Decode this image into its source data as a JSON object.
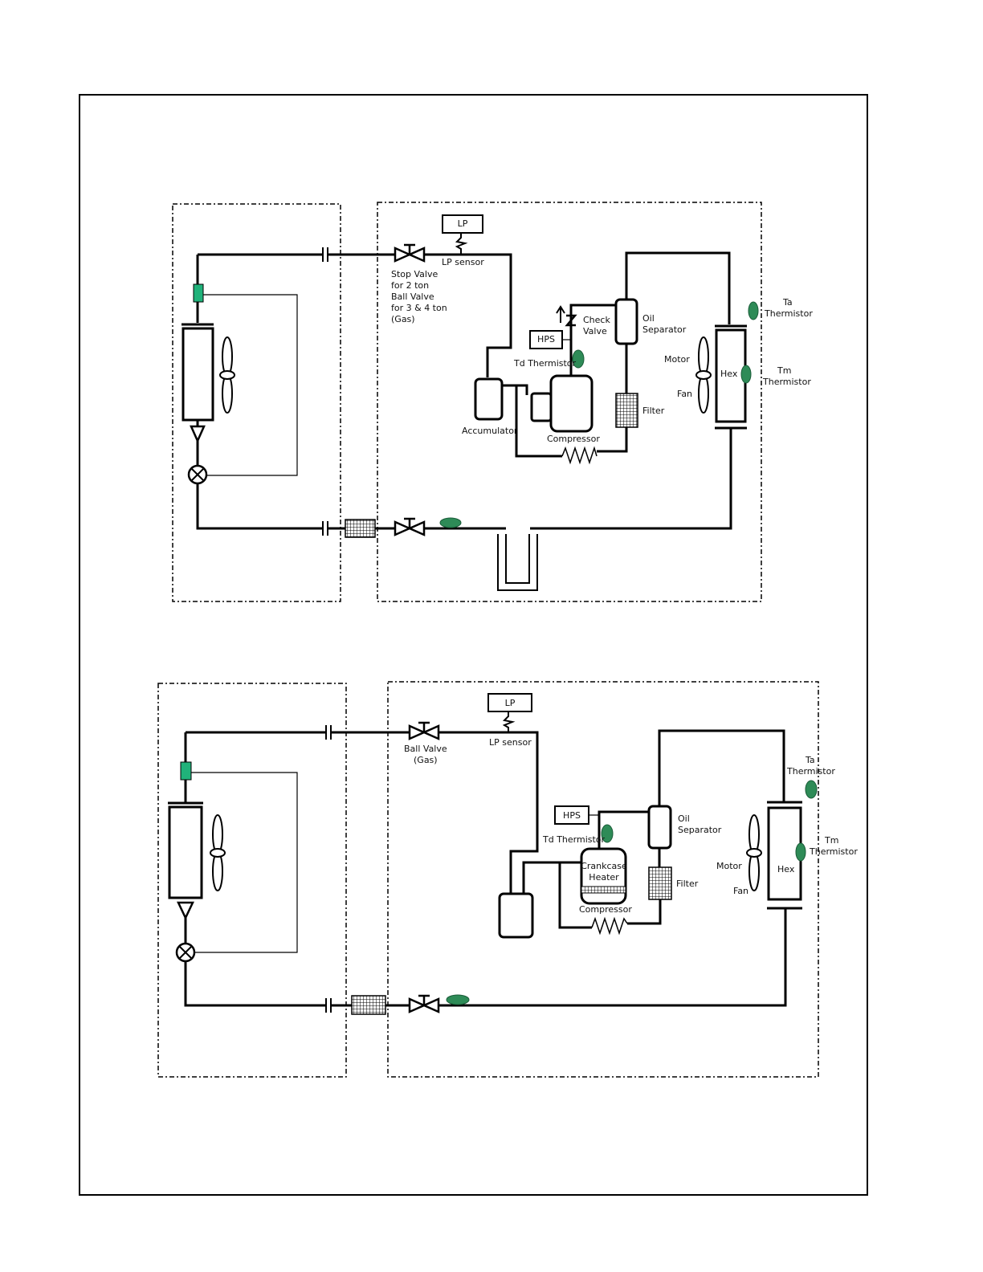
{
  "colors": {
    "thermistor": "#2e8b57",
    "sensor_block": "#20b27a",
    "line": "#000000"
  },
  "top": {
    "lp_box": "LP",
    "lp_sensor": "LP sensor",
    "stop_valve_lines": [
      "Stop Valve",
      "for 2 ton",
      "Ball Valve",
      "for 3 & 4 ton",
      "(Gas)"
    ],
    "check_valve_lines": [
      "Check",
      "Valve"
    ],
    "hps": "HPS",
    "td_thermistor": "Td Thermistor",
    "oil_separator_lines": [
      "Oil",
      "Separator"
    ],
    "ta_lines": [
      "Ta",
      "Thermistor"
    ],
    "tm_lines": [
      "Tm",
      "Thermistor"
    ],
    "motor": "Motor",
    "fan": "Fan",
    "hex": "Hex",
    "filter": "Filter",
    "accumulator": "Accumulator",
    "compressor": "Compressor"
  },
  "bottom": {
    "lp_box": "LP",
    "lp_sensor": "LP sensor",
    "ball_valve_lines": [
      "Ball Valve",
      "(Gas)"
    ],
    "hps": "HPS",
    "td_thermistor": "Td Thermistor",
    "oil_separator_lines": [
      "Oil",
      "Separator"
    ],
    "ta_lines": [
      "Ta",
      "Thermistor"
    ],
    "tm_lines": [
      "Tm",
      "Thermistor"
    ],
    "motor": "Motor",
    "fan": "Fan",
    "hex": "Hex",
    "filter": "Filter",
    "crankcase_lines": [
      "Crankcase",
      "Heater"
    ],
    "compressor": "Compressor"
  }
}
